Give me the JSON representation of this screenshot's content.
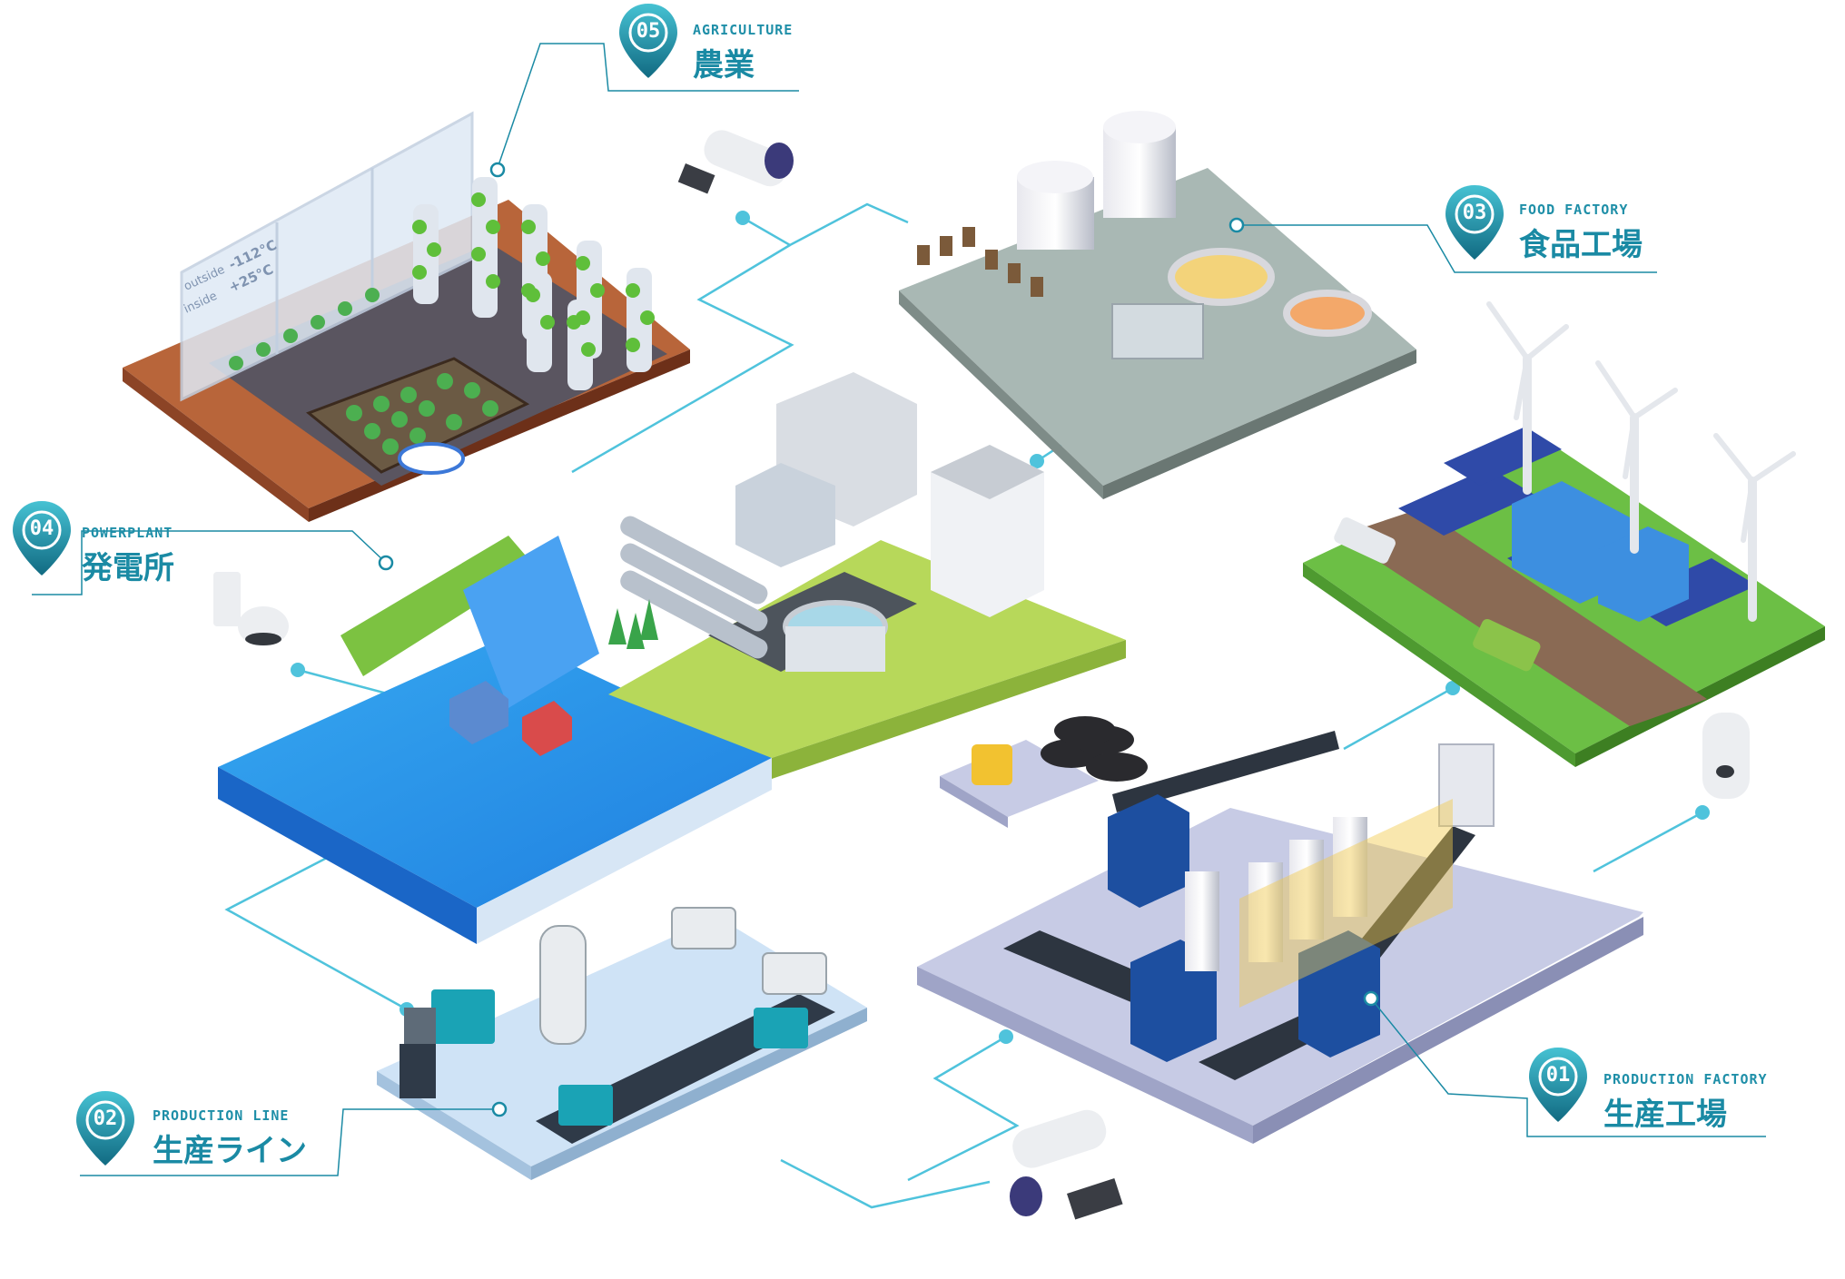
{
  "labels": [
    {
      "number": "05",
      "en": "AGRICULTURE",
      "jp": "農業"
    },
    {
      "number": "03",
      "en": "FOOD FACTORY",
      "jp": "食品工場"
    },
    {
      "number": "04",
      "en": "POWERPLANT",
      "jp": "発電所"
    },
    {
      "number": "02",
      "en": "PRODUCTION LINE",
      "jp": "生産ライン"
    },
    {
      "number": "01",
      "en": "PRODUCTION FACTORY",
      "jp": "生産工場"
    }
  ],
  "greenhouse": {
    "outside_label": "outside",
    "outside_temp": "-112°C",
    "inside_label": "inside",
    "inside_temp": "+25°C"
  },
  "colors": {
    "accent": "#1a8aa4",
    "line": "#4fc3dc",
    "pin_top": "#3fb6c8",
    "pin_bottom": "#136f86"
  },
  "icons": [
    "security-camera-icon",
    "wall-sensor-icon",
    "location-pin-icon"
  ]
}
